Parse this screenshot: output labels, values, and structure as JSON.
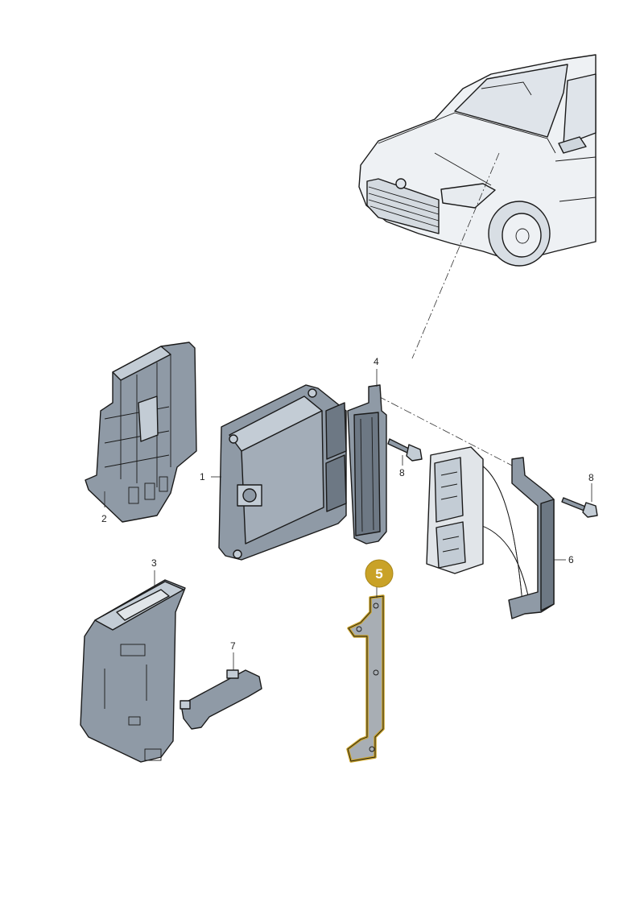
{
  "callouts": [
    {
      "id": "1",
      "label": "1"
    },
    {
      "id": "2",
      "label": "2"
    },
    {
      "id": "3",
      "label": "3"
    },
    {
      "id": "4",
      "label": "4"
    },
    {
      "id": "5",
      "label": "5"
    },
    {
      "id": "6",
      "label": "6"
    },
    {
      "id": "7",
      "label": "7"
    },
    {
      "id": "8a",
      "label": "8"
    },
    {
      "id": "8b",
      "label": "8"
    }
  ],
  "highlighted_part": "5",
  "colors": {
    "part_fill": "#8f9aa6",
    "part_fill_light": "#c3ccd5",
    "part_fill_dark": "#6d7884",
    "car_fill": "#eef1f4",
    "highlight": "#c9a227",
    "highlight_fill": "#a8aeb4",
    "line": "#1a1a1a"
  }
}
